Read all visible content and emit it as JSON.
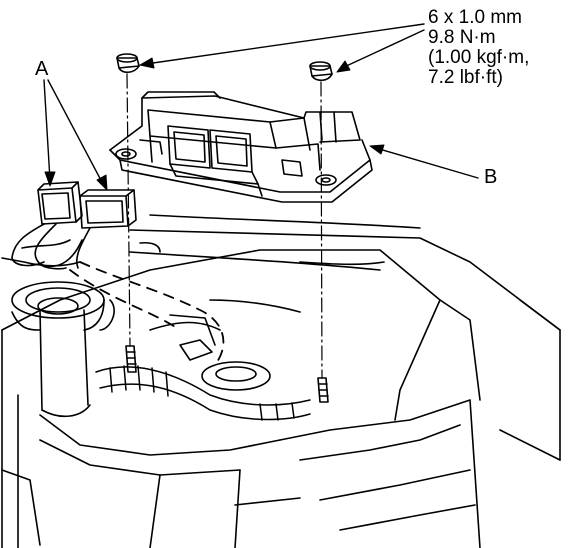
{
  "callouts": {
    "a": "A",
    "b": "B"
  },
  "spec": {
    "bolt_size": "6 x 1.0 mm",
    "torque_nm": "9.8 N·m",
    "torque_kgf": "(1.00 kgf·m,",
    "torque_lbf": "7.2 lbf·ft)"
  },
  "colors": {
    "line": "#000000",
    "background": "#ffffff"
  }
}
